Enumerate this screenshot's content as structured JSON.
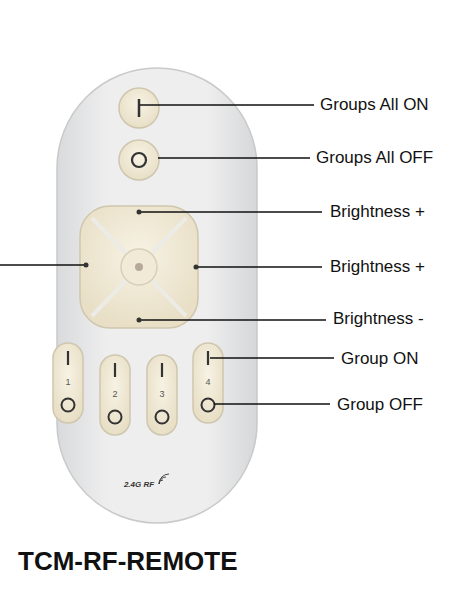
{
  "diagram": {
    "caption": "TCM-RF-REMOTE",
    "labels": [
      "Groups All ON",
      "Groups All OFF",
      "Brightness +",
      "Brightness +",
      "Brightness -",
      "Group ON",
      "Group OFF",
      "1",
      "2",
      "3",
      "4",
      "2.4G RF"
    ]
  }
}
